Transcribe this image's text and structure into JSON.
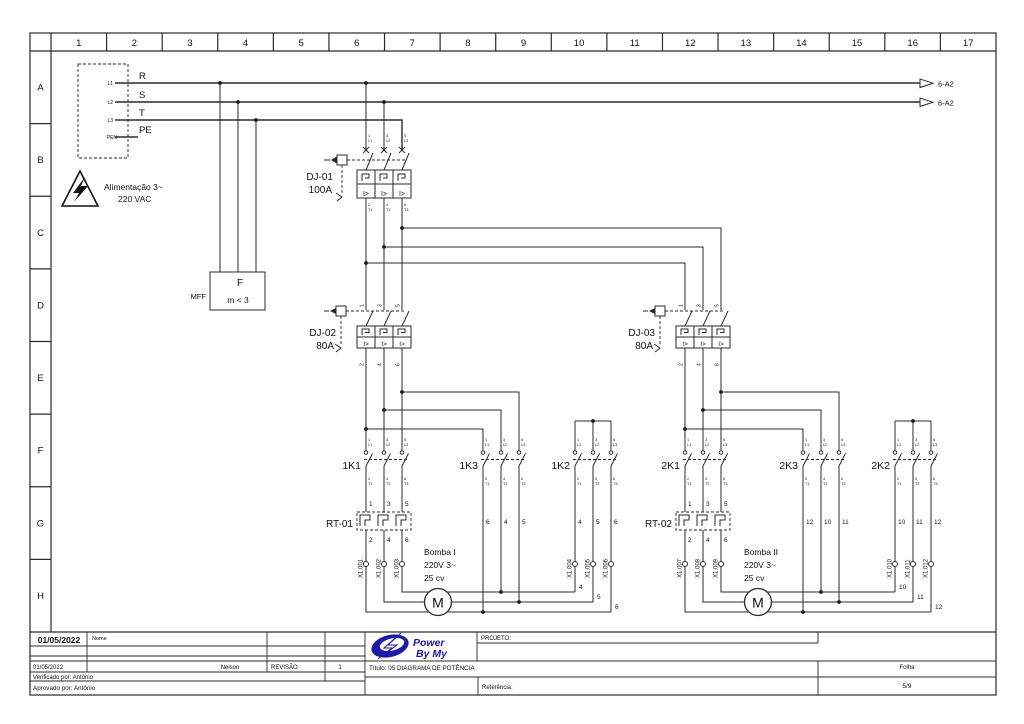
{
  "sheet": {
    "columns": [
      "1",
      "2",
      "3",
      "4",
      "5",
      "6",
      "7",
      "8",
      "9",
      "10",
      "11",
      "12",
      "13",
      "14",
      "15",
      "16",
      "17"
    ],
    "rows": [
      "A",
      "B",
      "C",
      "D",
      "E",
      "F",
      "G",
      "H"
    ]
  },
  "supply": {
    "bus_labels": [
      "R",
      "S",
      "T",
      "PE"
    ],
    "source_terminals": [
      "L1",
      "L2",
      "L3",
      "PEN"
    ],
    "offpage_refs": [
      "6-A2",
      "6-A2"
    ],
    "warning": {
      "line1": "Alimentação 3~",
      "line2": "220 VAC"
    },
    "meter": {
      "label": "MFF",
      "letter": "F",
      "condition": "m < 3"
    }
  },
  "pole_labels": {
    "top_num": [
      "1",
      "3",
      "5"
    ],
    "top_sub": [
      "L1",
      "L2",
      "L3"
    ],
    "bottom_num": [
      "2",
      "4",
      "6"
    ],
    "bottom_sub": [
      "T1",
      "T2",
      "T3"
    ],
    "magnetic": "I>"
  },
  "breakers": [
    {
      "id": "DJ-01",
      "rating": "100A"
    },
    {
      "id": "DJ-02",
      "rating": "80A"
    },
    {
      "id": "DJ-03",
      "rating": "80A"
    }
  ],
  "contactors": [
    {
      "id": "1K1"
    },
    {
      "id": "1K3"
    },
    {
      "id": "1K2"
    },
    {
      "id": "2K1"
    },
    {
      "id": "2K3"
    },
    {
      "id": "2K2"
    }
  ],
  "overload_relays": [
    {
      "id": "RT-01",
      "top": [
        "1",
        "3",
        "5"
      ],
      "bottom": [
        "2",
        "4",
        "6"
      ]
    },
    {
      "id": "RT-02",
      "top": [
        "1",
        "3",
        "5"
      ],
      "bottom": [
        "2",
        "4",
        "6"
      ]
    }
  ],
  "wire_numbers": {
    "left_star_feed": [
      "6",
      "4",
      "5"
    ],
    "left_star": [
      "4",
      "5",
      "6"
    ],
    "left_motor": [
      "4",
      "5",
      "6"
    ],
    "right_star_feed": [
      "12",
      "10",
      "11"
    ],
    "right_star": [
      "10",
      "11",
      "12"
    ],
    "right_motor": [
      "10",
      "11",
      "12"
    ]
  },
  "terminals": {
    "left_a": [
      "X1.001",
      "X1.002",
      "X1.003"
    ],
    "left_b": [
      "X1.004",
      "X1.005",
      "X1.006"
    ],
    "right_a": [
      "X1.007",
      "X1.008",
      "X1.009"
    ],
    "right_b": [
      "X1.010",
      "X1.011",
      "X1.012"
    ]
  },
  "motors": [
    {
      "symbol": "M",
      "name": "Bomba I",
      "voltage": "220V 3~",
      "power": "25 cv"
    },
    {
      "symbol": "M",
      "name": "Bomba II",
      "voltage": "220V 3~",
      "power": "25 cv"
    }
  ],
  "titleblock": {
    "date_top": "01/05/2022",
    "nome_label": "Nome",
    "date": "01/05/2022",
    "nome_value": "Nelson",
    "revisao_label": "REVISÃO",
    "revisao_value": "1",
    "verificado": "Verificado por: Antônio",
    "aprovado": "Aprovado por: Antônio",
    "logo_line1": "Power",
    "logo_line2": "By My",
    "logo_color": "#1b1ba6",
    "projeto_label": "PROJETO:",
    "titulo": "Título: 05 DIAGRAMA DE POTÊNCIA",
    "referencia_label": "Referência:",
    "folha_label": "Folha",
    "folha_value": "5/9"
  }
}
